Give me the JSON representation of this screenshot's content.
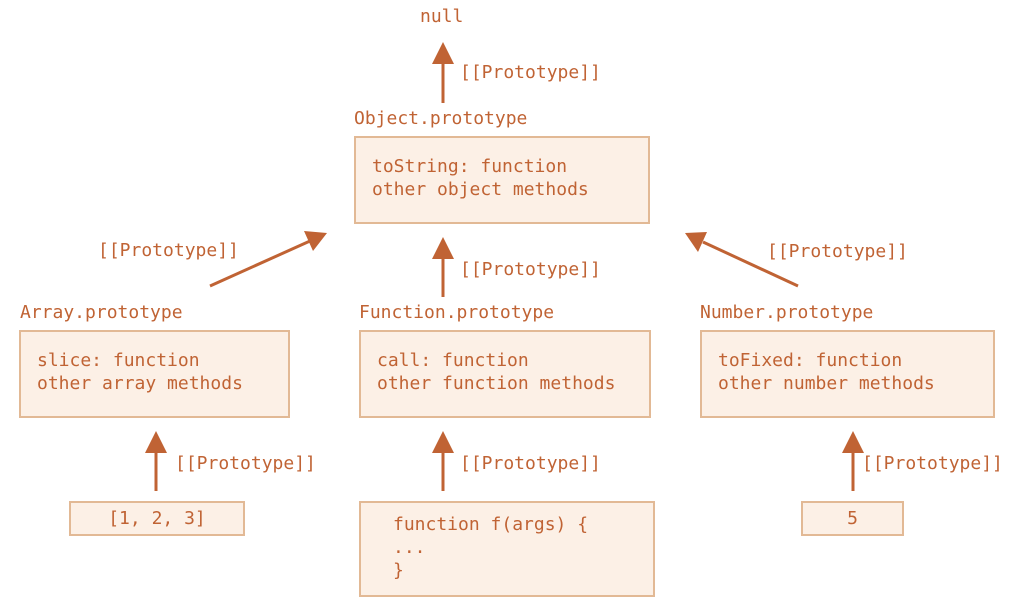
{
  "null_label": "null",
  "proto_label": "[[Prototype]]",
  "object_prototype": {
    "title": "Object.prototype",
    "lines": [
      "toString: function",
      "other object methods"
    ]
  },
  "array_prototype": {
    "title": "Array.prototype",
    "lines": [
      "slice: function",
      "other array methods"
    ]
  },
  "function_prototype": {
    "title": "Function.prototype",
    "lines": [
      "call: function",
      "other function methods"
    ]
  },
  "number_prototype": {
    "title": "Number.prototype",
    "lines": [
      "toFixed: function",
      "other number methods"
    ]
  },
  "array_instance": "[1, 2, 3]",
  "function_instance": [
    "function f(args) {",
    "...",
    "}"
  ],
  "number_instance": "5",
  "colors": {
    "text": "#c06334",
    "arrow": "#c06334",
    "box_fill": "#fcf0e6",
    "box_border": "#e2b995"
  }
}
